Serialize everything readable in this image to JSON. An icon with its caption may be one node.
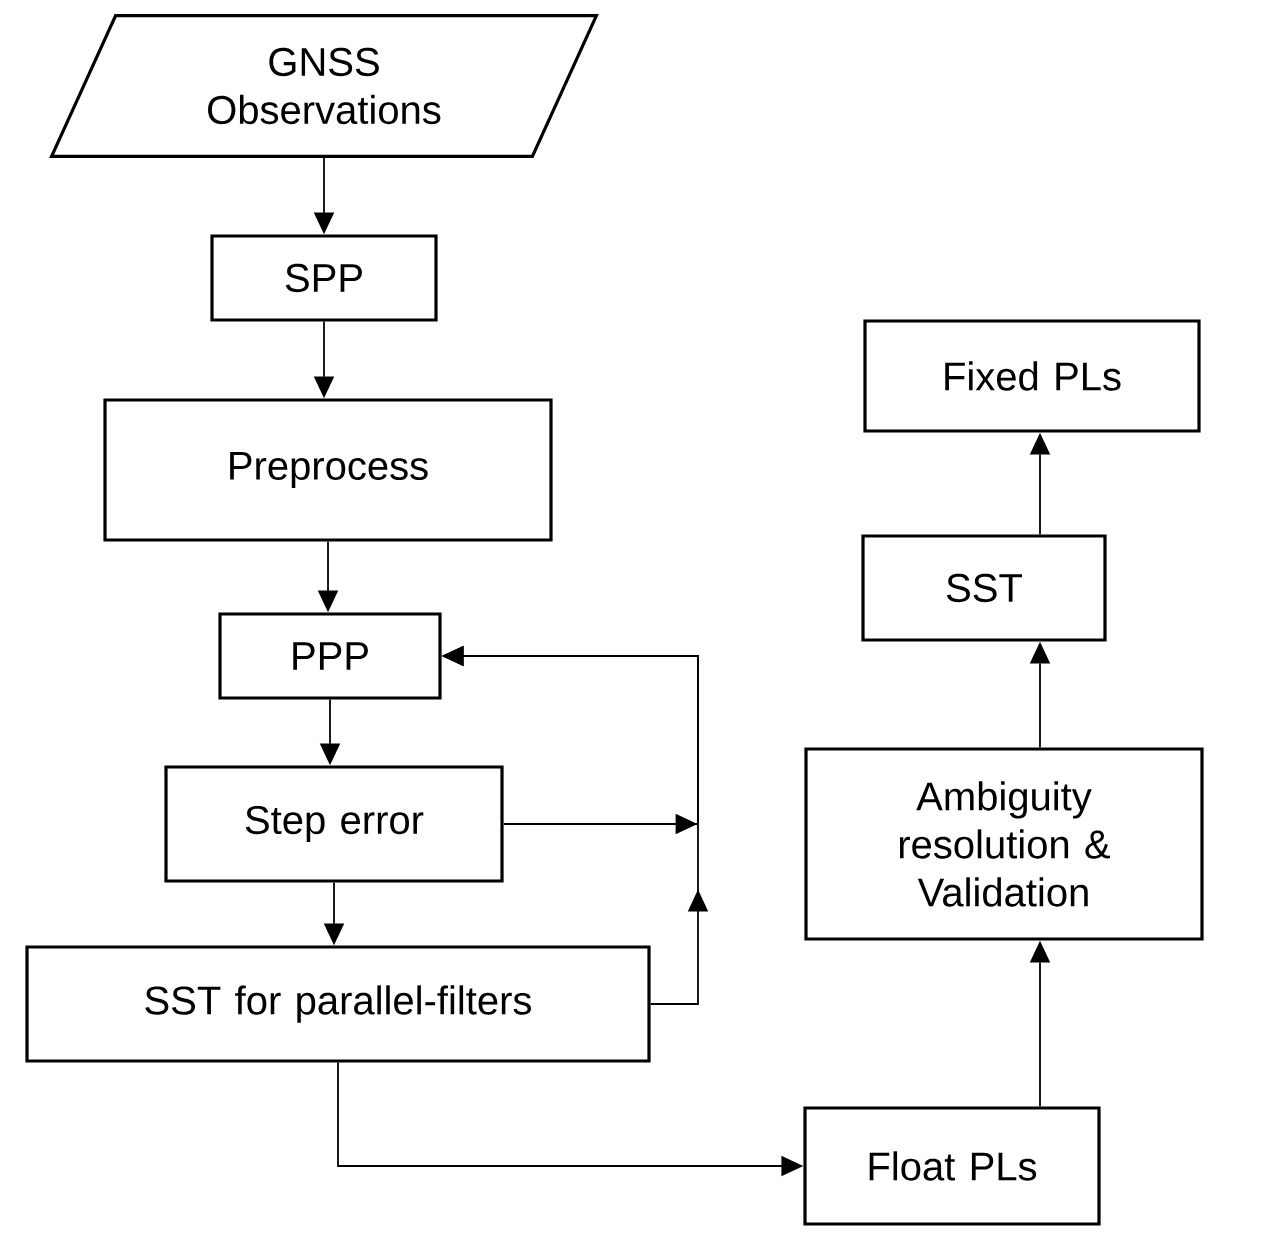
{
  "diagram": {
    "nodes": [
      {
        "text": [
          "GNSS Observations"
        ]
      },
      {
        "text": [
          "SPP"
        ]
      },
      {
        "text": [
          "Preprocess"
        ]
      },
      {
        "text": [
          "PPP"
        ]
      },
      {
        "text": [
          "Step error"
        ]
      },
      {
        "text": [
          "SST for  parallel-filters"
        ]
      },
      {
        "text": [
          "Float PLs"
        ]
      },
      {
        "text": [
          "Ambiguity resolution & Validation"
        ]
      },
      {
        "text": [
          "SST"
        ]
      },
      {
        "text": [
          "Fixed PLs"
        ]
      }
    ],
    "edges": [
      {
        "from": 0,
        "to": 1,
        "arrow": "to"
      },
      {
        "from": 1,
        "to": 2,
        "arrow": "to"
      },
      {
        "from": 2,
        "to": 3,
        "arrow": "to"
      },
      {
        "from": 3,
        "to": 4,
        "arrow": "to"
      },
      {
        "from": 4,
        "to": 5,
        "arrow": "to"
      },
      {
        "from": 4,
        "to": 3,
        "arrow": "to"
      },
      {
        "from": 5,
        "to": 3,
        "arrow": "to"
      },
      {
        "from": 5,
        "to": 6,
        "arrow": "to"
      },
      {
        "from": 6,
        "to": 7,
        "arrow": "to"
      },
      {
        "from": 7,
        "to": 8,
        "arrow": "to"
      },
      {
        "from": 8,
        "to": 9,
        "arrow": "to"
      }
    ]
  }
}
